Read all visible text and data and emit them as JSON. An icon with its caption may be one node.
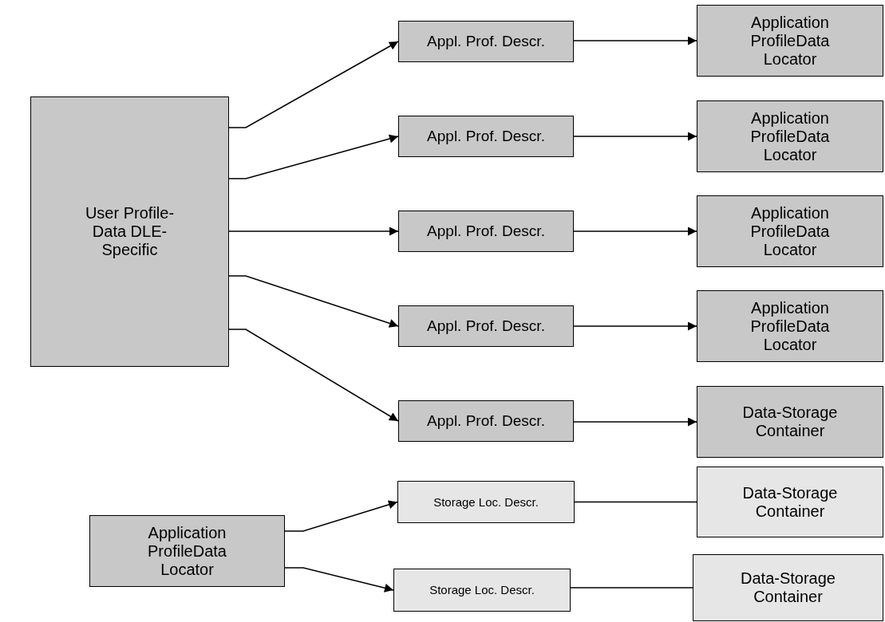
{
  "diagram": {
    "nodes": [
      {
        "text": [
          "User Profile-Data DLE-Specific"
        ]
      },
      {
        "text": [
          "Appl. Prof. Descr."
        ]
      },
      {
        "text": [
          "Appl. Prof. Descr."
        ]
      },
      {
        "text": [
          "Appl. Prof. Descr."
        ]
      },
      {
        "text": [
          "Appl. Prof. Descr."
        ]
      },
      {
        "text": [
          "Appl. Prof. Descr."
        ]
      },
      {
        "text": [
          "Application ProfileData Locator"
        ]
      },
      {
        "text": [
          "Application ProfileData Locator"
        ]
      },
      {
        "text": [
          "Application ProfileData Locator"
        ]
      },
      {
        "text": [
          "Application ProfileData Locator"
        ]
      },
      {
        "text": [
          "Data-Storage Container"
        ]
      },
      {
        "text": [
          "Application ProfileData Locator"
        ]
      },
      {
        "text": [
          "Storage Loc. Descr."
        ]
      },
      {
        "text": [
          "Storage Loc. Descr."
        ]
      },
      {
        "text": [
          "Data-Storage Container"
        ]
      },
      {
        "text": [
          "Data-Storage Container"
        ]
      }
    ],
    "edges": [
      {
        "from": 0,
        "to": 1,
        "arrow": "to"
      },
      {
        "from": 0,
        "to": 2,
        "arrow": "to"
      },
      {
        "from": 0,
        "to": 3,
        "arrow": "to"
      },
      {
        "from": 0,
        "to": 4,
        "arrow": "to"
      },
      {
        "from": 0,
        "to": 5,
        "arrow": "to"
      },
      {
        "from": 1,
        "to": 6,
        "arrow": "to"
      },
      {
        "from": 2,
        "to": 7,
        "arrow": "to"
      },
      {
        "from": 3,
        "to": 8,
        "arrow": "to"
      },
      {
        "from": 4,
        "to": 9,
        "arrow": "to"
      },
      {
        "from": 5,
        "to": 10,
        "arrow": "to"
      },
      {
        "from": 11,
        "to": 12,
        "arrow": "to"
      },
      {
        "from": 11,
        "to": 13,
        "arrow": "to"
      },
      {
        "from": 12,
        "to": 14,
        "arrow": "none"
      },
      {
        "from": 13,
        "to": 15,
        "arrow": "none"
      }
    ]
  }
}
